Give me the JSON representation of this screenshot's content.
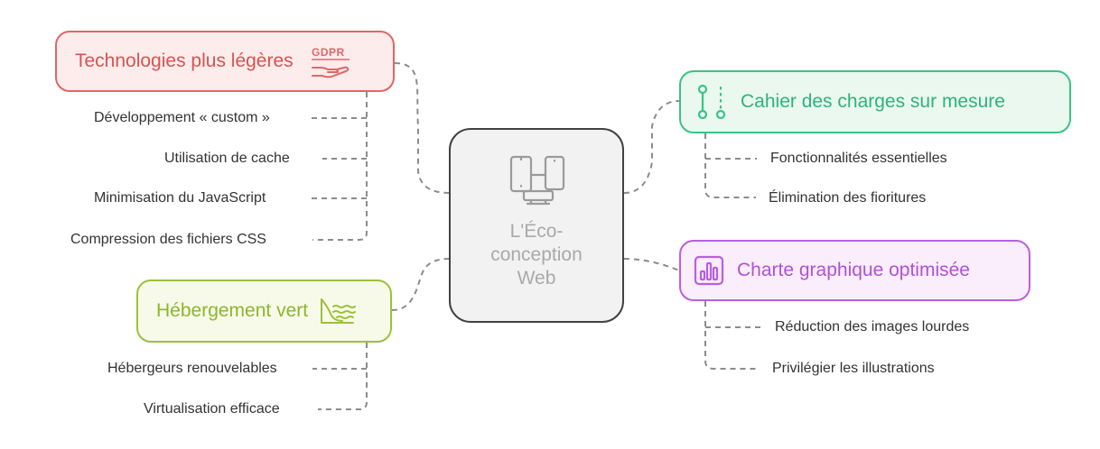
{
  "center": {
    "title": "L'Éco-\nconception\nWeb",
    "icon": "devices-icon"
  },
  "branches": {
    "tech": {
      "title": "Technologies plus légères",
      "icon": "gdpr-hand-icon",
      "color": "#e06666",
      "fill": "#fdecec",
      "items": [
        "Développement « custom »",
        "Utilisation de cache",
        "Minimisation du JavaScript",
        "Compression des fichiers CSS"
      ]
    },
    "host": {
      "title": "Hébergement vert",
      "icon": "waves-icon",
      "color": "#9cc13a",
      "fill": "#f7fae8",
      "items": [
        "Hébergeurs renouvelables",
        "Virtualisation efficace"
      ]
    },
    "spec": {
      "title": "Cahier des charges sur mesure",
      "icon": "git-branch-icon",
      "color": "#3cc287",
      "fill": "#eaf8f0",
      "items": [
        "Fonctionnalités essentielles",
        "Élimination des fioritures"
      ]
    },
    "chart": {
      "title": "Charte graphique optimisée",
      "icon": "bar-chart-icon",
      "color": "#b95fe0",
      "fill": "#fbeefc",
      "items": [
        "Réduction des images lourdes",
        "Privilégier les illustrations"
      ]
    }
  }
}
